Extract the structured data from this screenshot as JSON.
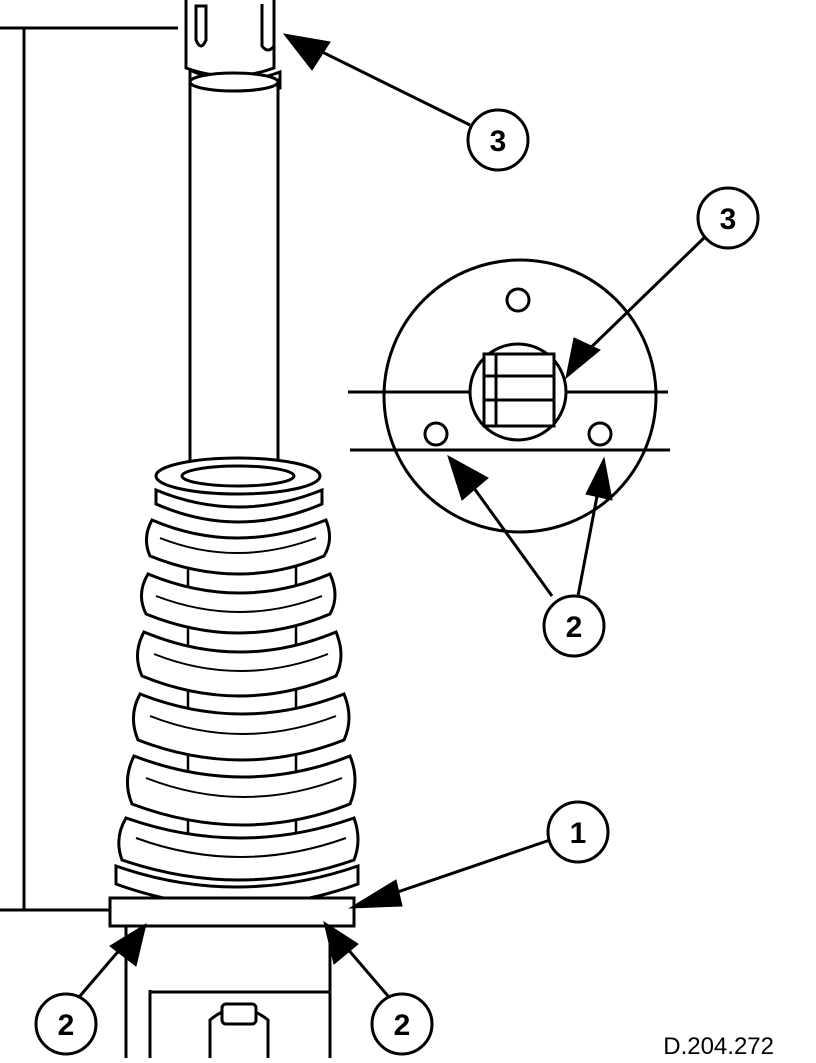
{
  "figure": {
    "reference_code": "D.204.272",
    "callouts": {
      "c1": "1",
      "c2_bottom_left": "2",
      "c2_bottom_right": "2",
      "c2_detail": "2",
      "c3_top": "3",
      "c3_detail": "3"
    }
  },
  "colors": {
    "line": "#000000",
    "background": "#ffffff"
  }
}
